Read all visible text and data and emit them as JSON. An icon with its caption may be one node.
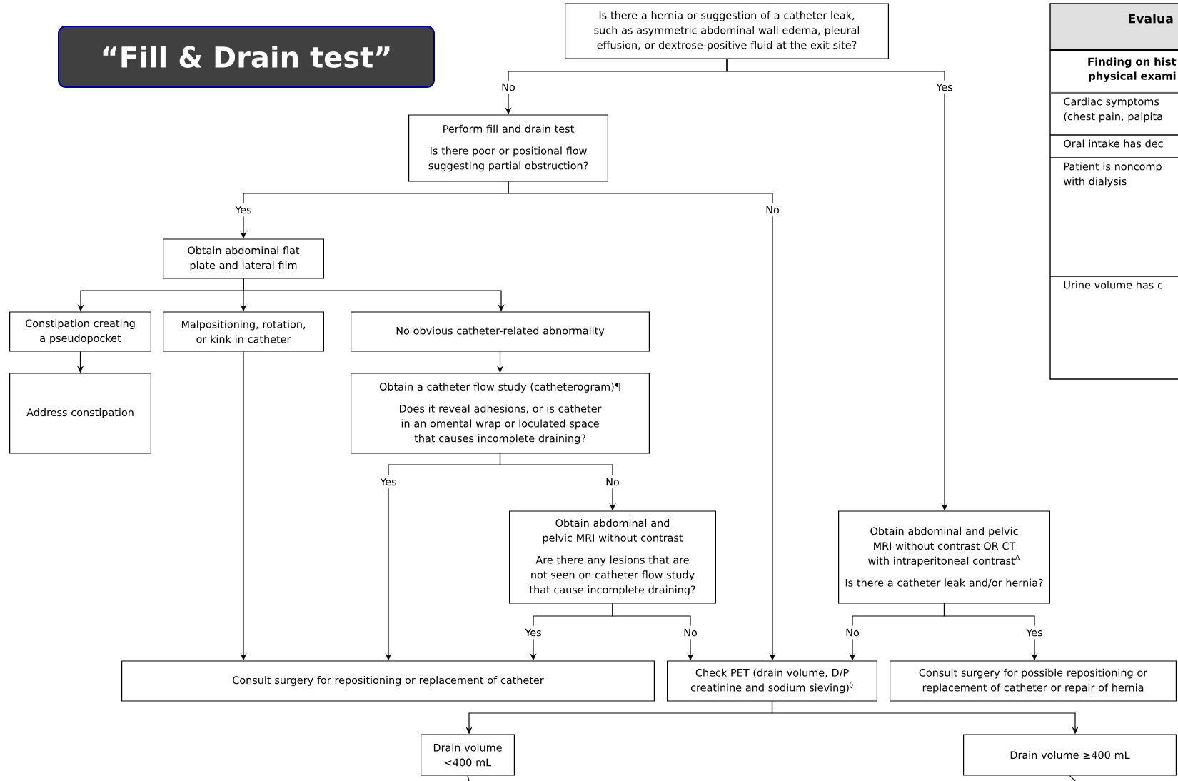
{
  "diagram": {
    "title": "“Fill & Drain test”",
    "nodes": [
      {
        "text": [
          "Is there a hernia or suggestion of a catheter leak, such as asymmetric abdominal wall edema, pleural effusion, or dextrose-positive fluid at the exit site?"
        ]
      },
      {
        "text": [
          "Perform fill and drain test",
          "Is there poor or positional flow suggesting partial obstruction?"
        ]
      },
      {
        "text": [
          "Obtain abdominal flat plate and lateral film"
        ]
      },
      {
        "text": [
          "Constipation creating a pseudopocket"
        ]
      },
      {
        "text": [
          "Malpositioning, rotation, or kink in catheter"
        ]
      },
      {
        "text": [
          "No obvious catheter-related abnormality"
        ]
      },
      {
        "text": [
          "Address constipation"
        ]
      },
      {
        "text": [
          "Obtain a catheter flow study (catheterogram)¶",
          "Does it reveal adhesions, or is catheter in an omental wrap or loculated space that causes incomplete draining?"
        ]
      },
      {
        "text": [
          "Obtain abdominal and pelvic MRI without contrast",
          "Are there any lesions that are not seen on catheter flow study that cause incomplete draining?"
        ]
      },
      {
        "text": [
          "Obtain abdominal and pelvic MRI without contrast OR CT with intraperitoneal contrast$^{Δ}$",
          "Is there a catheter leak and/or hernia?"
        ]
      },
      {
        "text": [
          "Consult surgery for repositioning or replacement of catheter"
        ]
      },
      {
        "text": [
          "Check PET (drain volume, D/P creatinine and sodium sieving)$^{◊}$"
        ]
      },
      {
        "text": [
          "Consult surgery for possible repositioning or replacement of catheter or repair of hernia"
        ]
      },
      {
        "text": [
          "Drain volume <400 mL"
        ]
      },
      {
        "text": [
          "Drain volume ≥400 mL"
        ]
      }
    ],
    "edges": [
      {
        "from": 0,
        "to": 1,
        "arrow": "to",
        "label": "No"
      },
      {
        "from": 0,
        "to": 9,
        "arrow": "to",
        "label": "Yes"
      },
      {
        "from": 1,
        "to": 2,
        "arrow": "to",
        "label": "Yes"
      },
      {
        "from": 1,
        "to": 11,
        "arrow": "to",
        "label": "No"
      },
      {
        "from": 2,
        "to": 3,
        "arrow": "to"
      },
      {
        "from": 2,
        "to": 4,
        "arrow": "to"
      },
      {
        "from": 2,
        "to": 5,
        "arrow": "to"
      },
      {
        "from": 3,
        "to": 6,
        "arrow": "to"
      },
      {
        "from": 4,
        "to": 10,
        "arrow": "to"
      },
      {
        "from": 5,
        "to": 7,
        "arrow": "to"
      },
      {
        "from": 7,
        "to": 10,
        "arrow": "to",
        "label": "Yes"
      },
      {
        "from": 7,
        "to": 8,
        "arrow": "to",
        "label": "No"
      },
      {
        "from": 8,
        "to": 10,
        "arrow": "to",
        "label": "Yes"
      },
      {
        "from": 8,
        "to": 11,
        "arrow": "to",
        "label": "No"
      },
      {
        "from": 9,
        "to": 11,
        "arrow": "to",
        "label": "No"
      },
      {
        "from": 9,
        "to": 12,
        "arrow": "to",
        "label": "Yes"
      },
      {
        "from": 11,
        "to": 13,
        "arrow": "to"
      },
      {
        "from": 11,
        "to": 14,
        "arrow": "to"
      },
      {
        "from": 13,
        "to": null,
        "arrow": "none"
      },
      {
        "from": 14,
        "to": null,
        "arrow": "none"
      }
    ],
    "labels": [
      "Evalua",
      "Finding on hist physical exami",
      "Cardiac symptoms (chest pain, palpita",
      "Oral intake has dec",
      "Patient is noncomp with dialysis",
      "Urine volume has c"
    ]
  }
}
